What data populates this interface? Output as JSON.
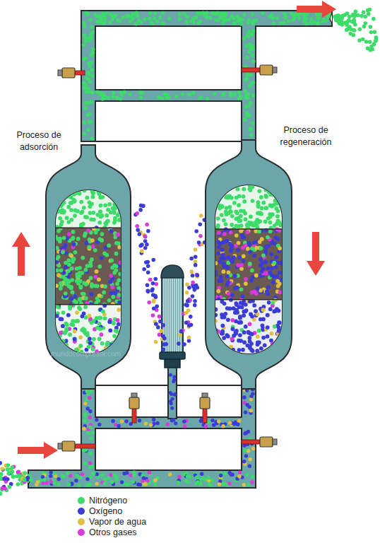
{
  "diagram": {
    "nodes": [
      {
        "text": [
          "Proceso de adsorción"
        ]
      },
      {
        "text": [
          "Proceso de regeneración"
        ]
      }
    ],
    "labels": [
      "mundocompresor.com"
    ],
    "legend": [
      {
        "text": "Nitrógeno",
        "color": "#3ddc6a"
      },
      {
        "text": "Oxígeno",
        "color": "#3b3bd6"
      },
      {
        "text": "Vapor de agua",
        "color": "#e0c040"
      },
      {
        "text": "Otros gases",
        "color": "#d93ad9"
      }
    ]
  }
}
